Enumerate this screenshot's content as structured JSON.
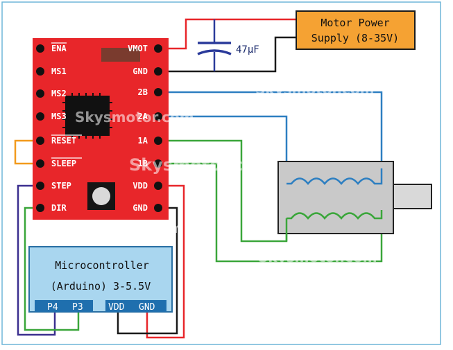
{
  "driver": {
    "left_pins": [
      "ENA",
      "MS1",
      "MS2",
      "MS3",
      "RESET",
      "SLEEP",
      "STEP",
      "DIR"
    ],
    "right_pins": [
      "VMOT",
      "GND",
      "2B",
      "2A",
      "1A",
      "1B",
      "VDD",
      "GND"
    ]
  },
  "capacitor": {
    "label": "47µF"
  },
  "power_supply": {
    "line1": "Motor Power",
    "line2": "Supply (8-35V)"
  },
  "microcontroller": {
    "title": "Microcontroller",
    "subtitle": "(Arduino) 3-5.5V",
    "pins": [
      "P4",
      "P3",
      "VDD",
      "GND"
    ]
  },
  "watermark": "Skysmotor.com",
  "colors": {
    "board": "#e8262a",
    "wire_power": "#e8262a",
    "wire_ground": "#1a1a1a",
    "wire_coil_b": "#2d7fc1",
    "wire_coil_a": "#3aa63a",
    "wire_step": "#3b2f8f",
    "wire_reset_sleep": "#f29a1c",
    "psu_fill": "#f5a233",
    "mc_fill": "#a9d6ef",
    "mc_pin_bar": "#1f6fae",
    "motor_fill": "#c9c9c9"
  }
}
